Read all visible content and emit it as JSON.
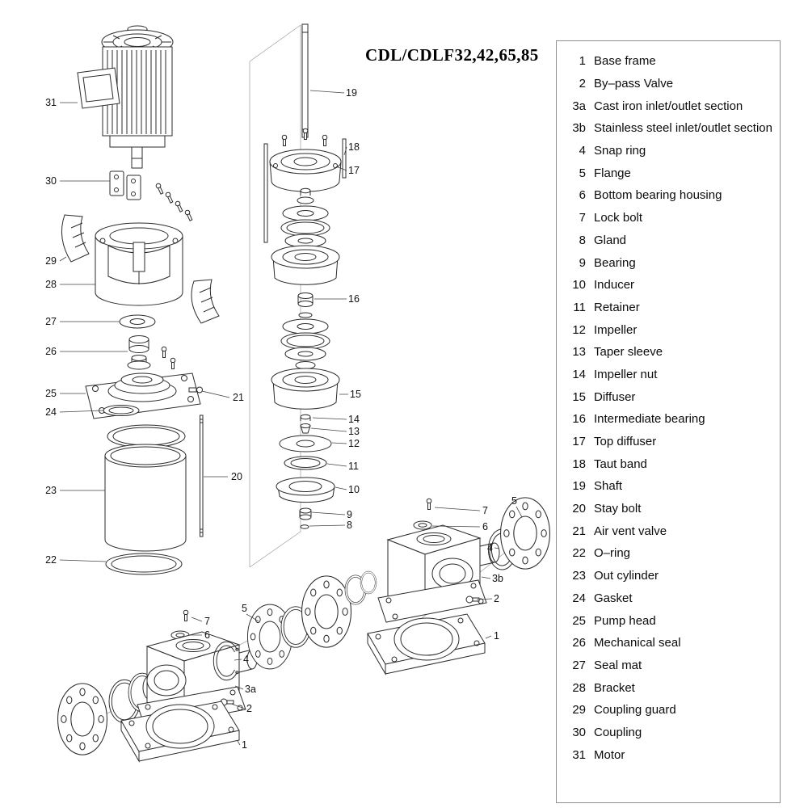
{
  "title": "CDL/CDLF32,42,65,85",
  "parts_list": [
    {
      "num": "1",
      "label": "Base frame"
    },
    {
      "num": "2",
      "label": "By–pass Valve"
    },
    {
      "num": "3a",
      "label": "Cast iron inlet/outlet section"
    },
    {
      "num": "3b",
      "label": "Stainless steel inlet/outlet section"
    },
    {
      "num": "4",
      "label": "Snap ring"
    },
    {
      "num": "5",
      "label": "Flange"
    },
    {
      "num": "6",
      "label": "Bottom bearing housing"
    },
    {
      "num": "7",
      "label": "Lock bolt"
    },
    {
      "num": "8",
      "label": "Gland"
    },
    {
      "num": "9",
      "label": "Bearing"
    },
    {
      "num": "10",
      "label": "Inducer"
    },
    {
      "num": "11",
      "label": "Retainer"
    },
    {
      "num": "12",
      "label": "Impeller"
    },
    {
      "num": "13",
      "label": "Taper sleeve"
    },
    {
      "num": "14",
      "label": "Impeller nut"
    },
    {
      "num": "15",
      "label": "Diffuser"
    },
    {
      "num": "16",
      "label": "Intermediate bearing"
    },
    {
      "num": "17",
      "label": "Top diffuser"
    },
    {
      "num": "18",
      "label": "Taut band"
    },
    {
      "num": "19",
      "label": "Shaft"
    },
    {
      "num": "20",
      "label": "Stay bolt"
    },
    {
      "num": "21",
      "label": "Air vent valve"
    },
    {
      "num": "22",
      "label": "O–ring"
    },
    {
      "num": "23",
      "label": "Out cylinder"
    },
    {
      "num": "24",
      "label": "Gasket"
    },
    {
      "num": "25",
      "label": "Pump head"
    },
    {
      "num": "26",
      "label": "Mechanical seal"
    },
    {
      "num": "27",
      "label": "Seal mat"
    },
    {
      "num": "28",
      "label": "Bracket"
    },
    {
      "num": "29",
      "label": "Coupling guard"
    },
    {
      "num": "30",
      "label": "Coupling"
    },
    {
      "num": "31",
      "label": "Motor"
    }
  ],
  "callouts": {
    "n1": "1",
    "n2": "2",
    "n3a": "3a",
    "n3b": "3b",
    "n4": "4",
    "n5": "5",
    "n6": "6",
    "n7": "7",
    "n8": "8",
    "n9": "9",
    "n10": "10",
    "n11": "11",
    "n12": "12",
    "n13": "13",
    "n14": "14",
    "n15": "15",
    "n16": "16",
    "n17": "17",
    "n18": "18",
    "n19": "19",
    "n20": "20",
    "n21": "21",
    "n22": "22",
    "n23": "23",
    "n24": "24",
    "n25": "25",
    "n26": "26",
    "n27": "27",
    "n28": "28",
    "n29": "29",
    "n30": "30",
    "n31": "31"
  },
  "colors": {
    "line": "#2b2b2b",
    "panel_border": "#8f8f8f",
    "background": "#ffffff"
  }
}
